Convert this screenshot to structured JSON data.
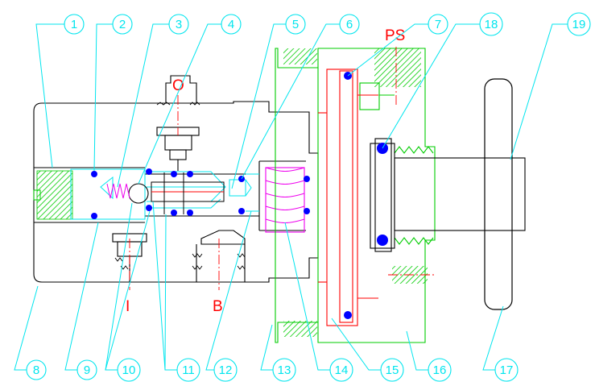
{
  "colors": {
    "background": "#ffffff",
    "body_outline": "#000000",
    "leader": "#00e5ee",
    "port_label": "#ff0000",
    "centerline": "#ff0000",
    "spring": "#ee00ee",
    "thread_fill": "#00cc00",
    "cap_outline": "#00cc00",
    "seal": "#0000ff",
    "diaphragm": "#ff0000"
  },
  "ports": {
    "outlet": "O",
    "inlet": "I",
    "bleed": "B",
    "supply": "PS"
  },
  "callouts": {
    "top": [
      "1",
      "2",
      "3",
      "4",
      "5",
      "6",
      "7",
      "18",
      "19"
    ],
    "bottom": [
      "8",
      "9",
      "10",
      "11",
      "12",
      "13",
      "14",
      "15",
      "16",
      "17"
    ]
  },
  "icons": {
    "seal": "o-ring-icon",
    "spring": "coil-spring-icon",
    "ball": "ball-valve-icon"
  }
}
